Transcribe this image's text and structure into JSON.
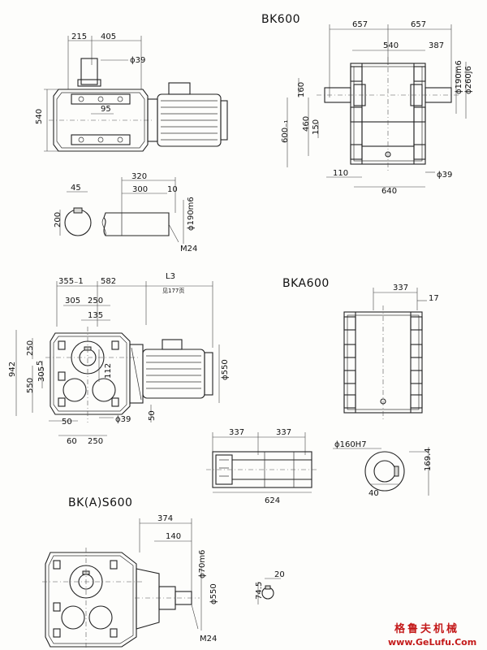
{
  "titles": {
    "bk": "BK600",
    "bka": "BKA600",
    "bks": "BK(A)S600"
  },
  "bk600": {
    "top": [
      "215",
      "405"
    ],
    "shaft_dia": "ϕ39",
    "height_540": "540",
    "mid_95": "95",
    "side_657a": "657",
    "side_657b": "657",
    "side_540": "540",
    "side_387": "387",
    "side_160": "160",
    "side_460": "460",
    "side_600": "600₋₁",
    "side_150": "150",
    "side_dia190": "ϕ190m6",
    "side_dia260": "ϕ260j6",
    "side_110": "110",
    "side_640": "640",
    "side_dia39": "ϕ39",
    "shaft_45": "45",
    "shaft_200": "200",
    "shaft_320": "320",
    "shaft_300": "300",
    "shaft_10": "10",
    "shaft_dia190": "ϕ190m6",
    "shaft_m24": "M24"
  },
  "bka600": {
    "d355": "355₋1",
    "d582": "582",
    "l3": "L3",
    "l3_note": "见177页",
    "d305": "305",
    "d250": "250",
    "d135": "135",
    "v250": "250",
    "v5": "5",
    "v942": "942",
    "v305": "305",
    "v550": "550",
    "v112": "112",
    "dia550": "ϕ550",
    "b50a": "50",
    "dia39": "ϕ39",
    "v50": "50",
    "b60": "60",
    "b250": "250",
    "r337": "337",
    "r17": "17",
    "h337a": "337",
    "h337b": "337",
    "h624": "624",
    "h_dia160": "ϕ160H7",
    "h169": "169.4",
    "h40": "40"
  },
  "bks600": {
    "d374": "374",
    "d140": "140",
    "dia70": "ϕ70m6",
    "dia550": "ϕ550",
    "m24": "M24",
    "k74": "74.5",
    "k20": "20"
  },
  "watermark": {
    "cn": "格鲁夫机械",
    "url": "www.GeLufu.Com"
  }
}
